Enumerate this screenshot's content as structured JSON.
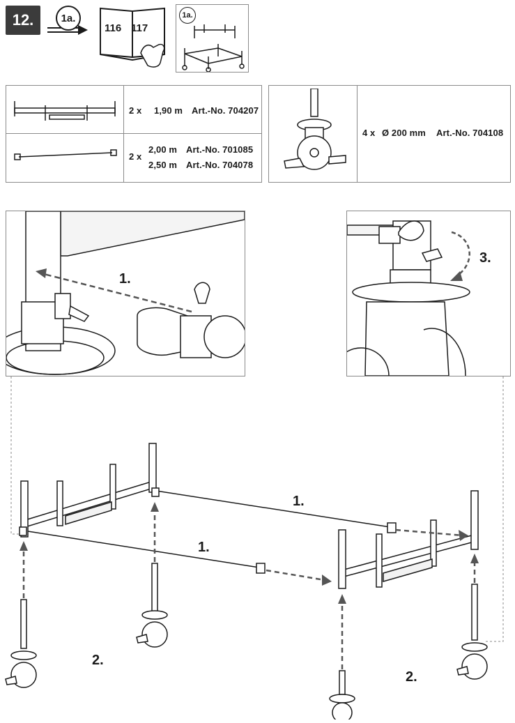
{
  "header": {
    "step_number": "12.",
    "reference_step": "1a.",
    "manual_pages": [
      "116",
      "117"
    ],
    "thumbnail_reference": "1a."
  },
  "parts_table": {
    "row1": {
      "qty": "2 x",
      "length": "1,90 m",
      "article": "Art.-No. 704207"
    },
    "row2": {
      "qty": "2 x",
      "lengths": [
        "2,00 m",
        "2,50 m"
      ],
      "articles": [
        "Art.-No. 701085",
        "Art.-No. 704078"
      ]
    }
  },
  "castor_table": {
    "qty": "4 x",
    "size": "Ø 200 mm",
    "article": "Art.-No. 704108"
  },
  "detail_left": {
    "step_label": "1."
  },
  "detail_right": {
    "step_label": "3."
  },
  "main_assembly": {
    "step_labels": [
      "1.",
      "1.",
      "2.",
      "2."
    ]
  }
}
